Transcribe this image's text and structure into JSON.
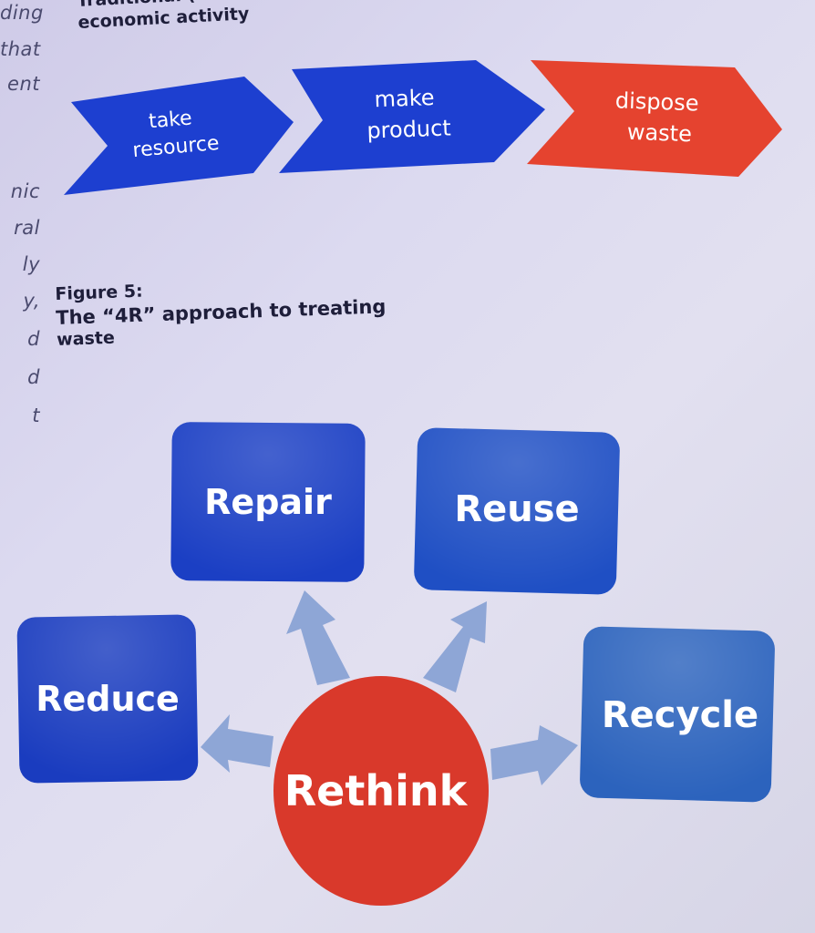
{
  "margin_text": [
    "ding",
    "that",
    "ent",
    "nic",
    "ral",
    "ly",
    "y,",
    "d",
    "d",
    "t"
  ],
  "figure_top": {
    "caption_lines": [
      "Traditional (linear)",
      "economic activity"
    ],
    "steps": [
      {
        "line1": "take",
        "line2": "resource",
        "color": "#1d3fd0"
      },
      {
        "line1": "make",
        "line2": "product",
        "color": "#1d3fd0"
      },
      {
        "line1": "dispose",
        "line2": "waste",
        "color": "#e5432f"
      }
    ]
  },
  "figure_5": {
    "caption_lines": [
      "Figure 5:",
      "The “4R” approach to treating",
      "waste"
    ],
    "center": {
      "label": "Rethink",
      "color": "#d9392b"
    },
    "boxes": [
      {
        "label": "Repair",
        "color": "#1b3fc4"
      },
      {
        "label": "Reuse",
        "color": "#1f4fc4"
      },
      {
        "label": "Reduce",
        "color": "#1a3cbf"
      },
      {
        "label": "Recycle",
        "color": "#2c63bd"
      }
    ],
    "arrow_color": "#8ea6d6"
  }
}
